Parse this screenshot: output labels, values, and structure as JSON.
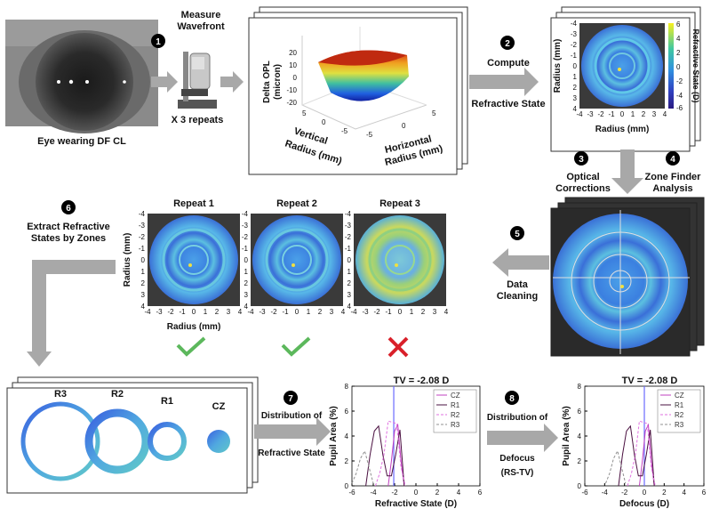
{
  "steps": {
    "s1": "1",
    "s2": "2",
    "s3": "3",
    "s4": "4",
    "s5": "5",
    "s6": "6",
    "s7": "7",
    "s8": "8"
  },
  "labels": {
    "eye_caption": "Eye wearing DF CL",
    "measure_line1": "Measure",
    "measure_line2": "Wavefront",
    "repeats": "X 3 repeats",
    "compute": "Compute",
    "refractive_state": "Refractive State",
    "optical_line1": "Optical",
    "optical_line2": "Corrections",
    "zone_line1": "Zone Finder",
    "zone_line2": "Analysis",
    "data_line1": "Data",
    "data_line2": "Cleaning",
    "extract_line1": "Extract Refractive",
    "extract_line2": "States by Zones",
    "repeat1": "Repeat 1",
    "repeat2": "Repeat 2",
    "repeat3": "Repeat 3",
    "dist_rs_line1": "Distribution of",
    "dist_rs_line2": "Refractive State",
    "dist_def_line1": "Distribution of",
    "dist_def_line2": "Defocus",
    "dist_def_line3": "(RS-TV)"
  },
  "surface_plot": {
    "zlabel_line1": "Delta OPL",
    "zlabel_line2": "(micron)",
    "z_ticks": [
      "20",
      "10",
      "0",
      "-10",
      "-20"
    ],
    "vertical_label_line1": "Vertical",
    "vertical_label_line2": "Radius (mm)",
    "horizontal_label_line1": "Horizontal",
    "horizontal_label_line2": "Radius (mm)",
    "vert_ticks": [
      "5",
      "0",
      "-5"
    ],
    "horiz_ticks": [
      "-5",
      "0",
      "5"
    ]
  },
  "map_axes": {
    "ylabel": "Radius (mm)",
    "xlabel": "Radius (mm)",
    "y_ticks": [
      "-4",
      "-3",
      "-2",
      "-1",
      "0",
      "1",
      "2",
      "3",
      "4"
    ],
    "x_ticks": [
      "-4",
      "-3",
      "-2",
      "-1",
      "0",
      "1",
      "2",
      "3",
      "4"
    ]
  },
  "colorbar": {
    "label": "Refractive State (D)",
    "ticks": [
      "6",
      "4",
      "2",
      "0",
      "-2",
      "-4",
      "-6"
    ]
  },
  "zones": [
    "R3",
    "R2",
    "R1",
    "CZ"
  ],
  "chart_data": [
    {
      "type": "line",
      "title": "TV = -2.08 D",
      "xlabel": "Refractive State (D)",
      "ylabel": "Pupil Area (%)",
      "xlim": [
        -6,
        6
      ],
      "ylim": [
        0,
        8
      ],
      "x_ticks": [
        "-6",
        "-4",
        "-2",
        "0",
        "2",
        "4",
        "6"
      ],
      "y_ticks": [
        "0",
        "2",
        "4",
        "6",
        "8"
      ],
      "vline": -2.08,
      "legend": [
        "CZ",
        "R1",
        "R2",
        "R3"
      ],
      "series": [
        {
          "name": "CZ",
          "color": "#c040c0",
          "dash": "",
          "x": [
            -2.6,
            -2.3,
            -2.0,
            -1.7,
            -1.4,
            -1.1
          ],
          "y": [
            0,
            2.0,
            4.4,
            4.9,
            2.0,
            0
          ]
        },
        {
          "name": "R1",
          "color": "#4a1040",
          "dash": "",
          "x": [
            -4.7,
            -4.3,
            -3.9,
            -3.5,
            -3.1,
            -2.7,
            -2.3,
            -1.9,
            -1.5,
            -1.1
          ],
          "y": [
            0,
            2.5,
            4.4,
            4.8,
            2.5,
            0.8,
            0.8,
            2.5,
            4.5,
            0
          ]
        },
        {
          "name": "R2",
          "color": "#e070e0",
          "dash": "3,2",
          "x": [
            -3.8,
            -3.4,
            -3.0,
            -2.6,
            -2.2,
            -1.8,
            -1.4,
            -1.0
          ],
          "y": [
            0,
            1.0,
            2.5,
            5.2,
            5.1,
            5.0,
            1.5,
            0
          ]
        },
        {
          "name": "R3",
          "color": "#909090",
          "dash": "3,2",
          "x": [
            -6.0,
            -5.6,
            -5.2,
            -4.8,
            -4.4,
            -4.0
          ],
          "y": [
            0.2,
            1.0,
            2.2,
            2.8,
            1.5,
            0.2
          ]
        }
      ]
    },
    {
      "type": "line",
      "title": "TV = -2.08 D",
      "xlabel": "Defocus (D)",
      "ylabel": "Pupil Area (%)",
      "xlim": [
        -6,
        6
      ],
      "ylim": [
        0,
        8
      ],
      "x_ticks": [
        "-6",
        "-4",
        "-2",
        "0",
        "2",
        "4",
        "6"
      ],
      "y_ticks": [
        "0",
        "2",
        "4",
        "6",
        "8"
      ],
      "vline": 0,
      "legend": [
        "CZ",
        "R1",
        "R2",
        "R3"
      ],
      "series": [
        {
          "name": "CZ",
          "color": "#c040c0",
          "dash": "",
          "x": [
            -0.5,
            -0.2,
            0.1,
            0.4,
            0.7,
            1.0
          ],
          "y": [
            0,
            2.0,
            4.4,
            4.9,
            2.0,
            0
          ]
        },
        {
          "name": "R1",
          "color": "#4a1040",
          "dash": "",
          "x": [
            -2.6,
            -2.2,
            -1.8,
            -1.4,
            -1.0,
            -0.6,
            -0.2,
            0.2,
            0.6,
            1.0
          ],
          "y": [
            0,
            2.5,
            4.4,
            4.8,
            2.5,
            0.8,
            0.8,
            2.5,
            4.5,
            0
          ]
        },
        {
          "name": "R2",
          "color": "#e070e0",
          "dash": "3,2",
          "x": [
            -1.7,
            -1.3,
            -0.9,
            -0.5,
            -0.1,
            0.3,
            0.7,
            1.1
          ],
          "y": [
            0,
            1.0,
            2.5,
            5.2,
            5.1,
            5.0,
            1.5,
            0
          ]
        },
        {
          "name": "R3",
          "color": "#909090",
          "dash": "3,2",
          "x": [
            -3.9,
            -3.5,
            -3.1,
            -2.7,
            -2.3,
            -1.9
          ],
          "y": [
            0.2,
            1.0,
            2.2,
            2.8,
            1.5,
            0.2
          ]
        }
      ]
    }
  ]
}
